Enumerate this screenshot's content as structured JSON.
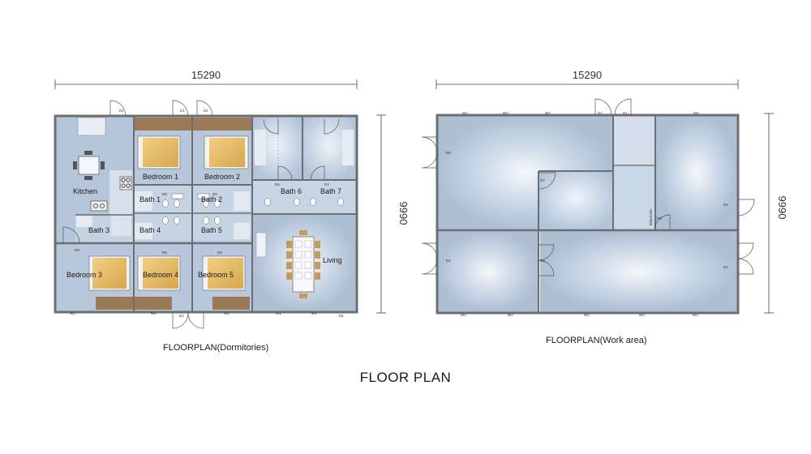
{
  "main_title": "FLOOR PLAN",
  "dormitories": {
    "caption": "FLOORPLAN(Dormitories)",
    "width_dim": "15290",
    "depth_dim": "9990",
    "rooms": {
      "kitchen": "Kitchen",
      "bedroom1": "Bedroom 1",
      "bedroom2": "Bedroom 2",
      "bedroom3": "Bedroom 3",
      "bedroom4": "Bedroom 4",
      "bedroom5": "Bedroom 5",
      "bath1": "Bath 1",
      "bath2": "Bath 2",
      "bath3": "Bath 3",
      "bath4": "Bath 4",
      "bath5": "Bath 5",
      "bath6": "Bath 6",
      "bath7": "Bath 7",
      "living": "Living"
    },
    "tags": {
      "d1": "D1",
      "d4": "D4",
      "d6": "D6",
      "d9": "D9",
      "w1": "W1"
    }
  },
  "work_area": {
    "caption": "FLOORPLAN(Work area)",
    "width_dim": "15290",
    "depth_dim": "9990",
    "tags": {
      "d1": "D1",
      "d3": "D3",
      "d4": "D4",
      "d5": "D5",
      "d7": "D7",
      "d8": "D8",
      "w1": "W1",
      "w2": "W2",
      "w3": "W3",
      "note": "900x2100"
    }
  },
  "colors": {
    "floor": "#b9c9dc",
    "floor_light": "#e6edf5",
    "wall": "#6b6f75",
    "bath_floor": "#c9d5e3",
    "wood": "#9c7a58",
    "bed": "#e0b865",
    "door_line": "#555555"
  }
}
